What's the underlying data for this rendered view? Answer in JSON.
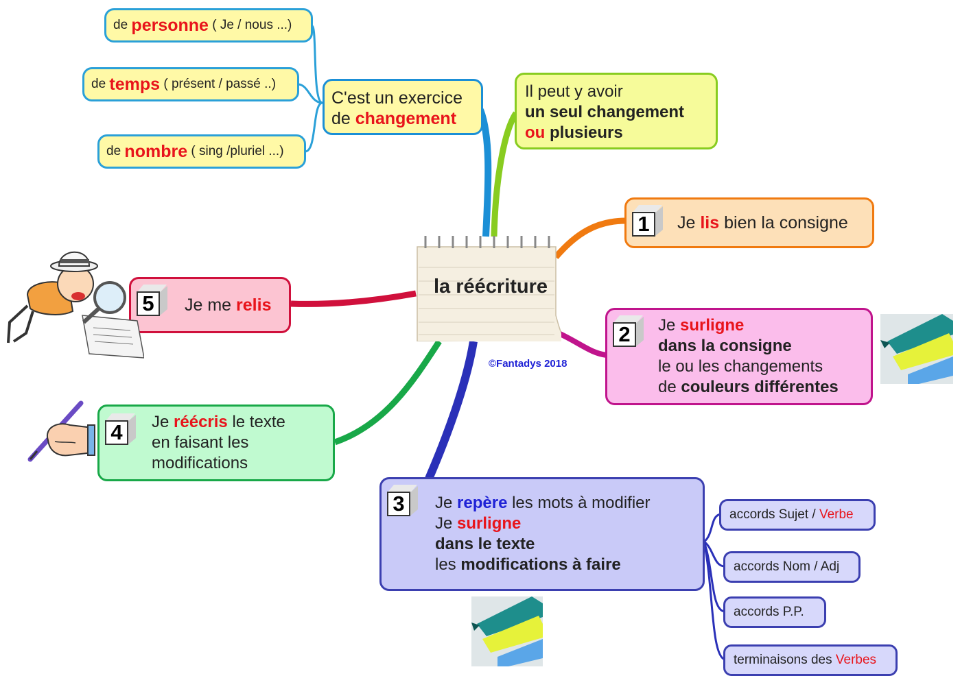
{
  "center": {
    "title": "la réécriture",
    "credit": "©Fantadys 2018"
  },
  "categories": {
    "personne": {
      "prefix": "de",
      "word": "personne",
      "detail": "( Je / nous ...)"
    },
    "temps": {
      "prefix": "de",
      "word": "temps",
      "detail": "( présent / passé ..)"
    },
    "nombre": {
      "prefix": "de",
      "word": "nombre",
      "detail": "( sing /pluriel ...)"
    }
  },
  "exercice": {
    "line1": "C'est un exercice",
    "line2_prefix": "de",
    "line2_word": "changement"
  },
  "changes": {
    "line1": "Il peut y avoir",
    "line2": "un seul changement",
    "line3_red": "ou",
    "line3_rest": "plusieurs"
  },
  "steps": {
    "step1": {
      "number": "1",
      "text_a": "Je",
      "text_red": "lis",
      "text_b": "bien la consigne"
    },
    "step2": {
      "number": "2",
      "l1_a": "Je",
      "l1_red": "surligne",
      "l2": "dans la consigne",
      "l3": "le ou les changements",
      "l4_a": "de",
      "l4_bold": "couleurs différentes"
    },
    "step3": {
      "number": "3",
      "l1_a": "Je",
      "l1_blue": "repère",
      "l1_b": "les mots à modifier",
      "l2_a": "Je",
      "l2_red": "surligne",
      "l3": "dans le texte",
      "l4_a": "les",
      "l4_bold": "modifications à faire"
    },
    "step4": {
      "number": "4",
      "l1_a": "Je",
      "l1_red": "réécris",
      "l1_b": "le texte",
      "l2": "en faisant les",
      "l3": "modifications"
    },
    "step5": {
      "number": "5",
      "text_a": "Je me",
      "text_red": "relis"
    }
  },
  "accords": {
    "sujet_verbe": {
      "a": "accords Sujet /",
      "red": "Verbe"
    },
    "nom_adj": {
      "text": "accords Nom / Adj"
    },
    "pp": {
      "text": "accords P.P."
    },
    "terminaisons": {
      "a": "terminaisons des",
      "red": "Verbes"
    }
  },
  "colors": {
    "blue_branch": "#1b8fd6",
    "green_branch": "#88cc20",
    "orange_branch": "#f07a10",
    "magenta_branch": "#c0148c",
    "navy_branch": "#2a30b8",
    "teal_green_branch": "#18a848",
    "crimson_branch": "#d0103c",
    "accent_red": "#e8141b",
    "accent_blue": "#1f22d6"
  }
}
